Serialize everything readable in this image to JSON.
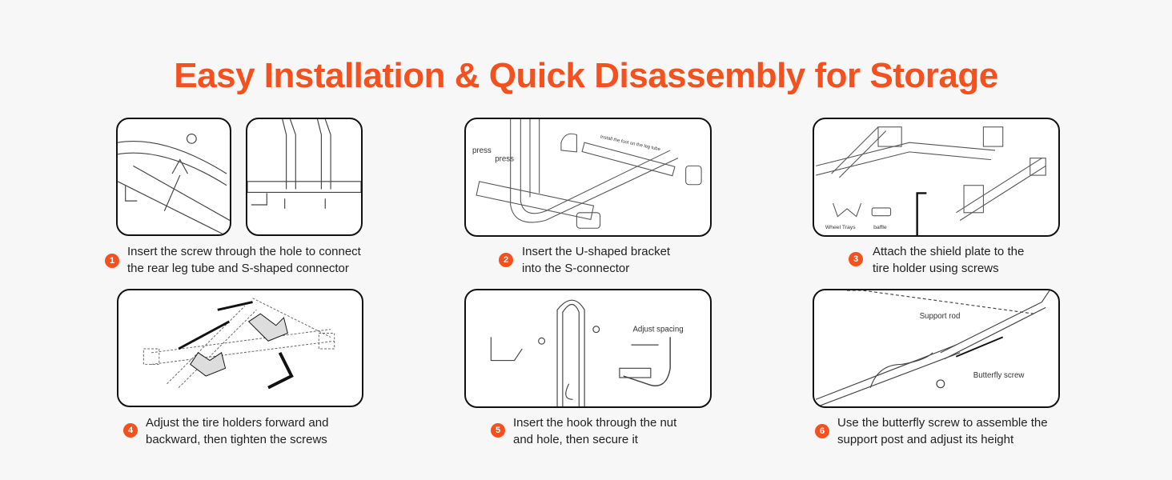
{
  "title": "Easy Installation & Quick Disassembly for Storage",
  "accent": "#f4511e",
  "steps": [
    {
      "number": "1",
      "line1": "Insert the screw through the hole to connect",
      "line2": "the rear leg tube and S-shaped connector"
    },
    {
      "number": "2",
      "line1": "Insert the U-shaped bracket",
      "line2": "into the S-connector",
      "labels": {
        "press1": "press",
        "press2": "press",
        "foot": "Install the foot on the leg tube"
      }
    },
    {
      "number": "3",
      "line1": "Attach the shield plate to the",
      "line2": "tire holder using screws",
      "labels": {
        "trays": "Wheel Trays",
        "baffle": "baffle"
      }
    },
    {
      "number": "4",
      "line1": "Adjust the tire holders forward and",
      "line2": "backward, then tighten the screws"
    },
    {
      "number": "5",
      "line1": "Insert the hook through the nut",
      "line2": "and hole, then secure it",
      "labels": {
        "spacing": "Adjust spacing"
      }
    },
    {
      "number": "6",
      "line1": "Use the butterfly screw to assemble the",
      "line2": "support post and adjust its height",
      "labels": {
        "rod": "Support rod",
        "screw": "Butterfly screw"
      }
    }
  ]
}
